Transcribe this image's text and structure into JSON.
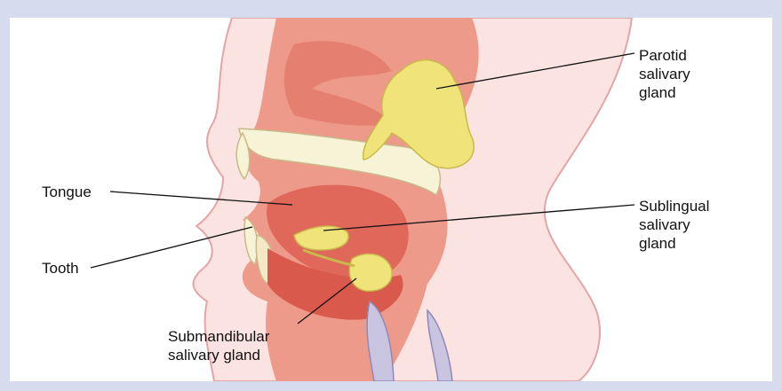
{
  "labels": {
    "parotid": "Parotid\nsalivary\ngland",
    "tongue": "Tongue",
    "sublingual": "Sublingual\nsalivary\ngland",
    "tooth": "Tooth",
    "submandibular": "Submandibular\nsalivary gland"
  },
  "colors": {
    "page_background": "#d6dcee",
    "skin": "#fbe3e1",
    "tissue": "#ee9a8a",
    "muscle": "#e0685a",
    "gland": "#f0e37a",
    "tooth": "#f7f3d7",
    "cartilage": "#c9c4e0"
  }
}
